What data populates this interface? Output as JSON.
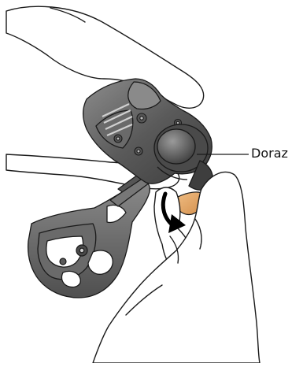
{
  "callout": {
    "label": "Doraz"
  },
  "colors": {
    "background": "#ffffff",
    "outline": "#1a1a1a",
    "derailleur_dark": "#4a4a4a",
    "derailleur_mid": "#6e6e6e",
    "derailleur_light": "#9a9a9a",
    "stopper_pad": "#e0a15e",
    "arrow": "#000000"
  },
  "icons": [
    "hand-pressing-top",
    "hand-gripping-right",
    "finger-left",
    "rotation-arrow"
  ]
}
